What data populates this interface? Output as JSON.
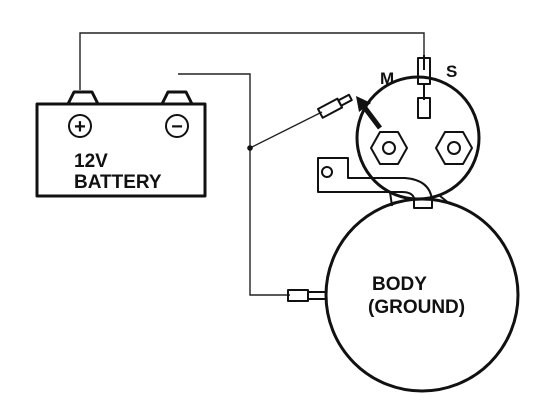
{
  "battery": {
    "label_voltage": "12V",
    "label_name": "BATTERY",
    "positive_symbol": "+",
    "negative_symbol": "−"
  },
  "solenoid": {
    "terminal_m": "M",
    "terminal_s": "S"
  },
  "motor": {
    "label_line1": "BODY",
    "label_line2": "(GROUND)"
  },
  "colors": {
    "line": "#111111",
    "background": "#ffffff"
  }
}
